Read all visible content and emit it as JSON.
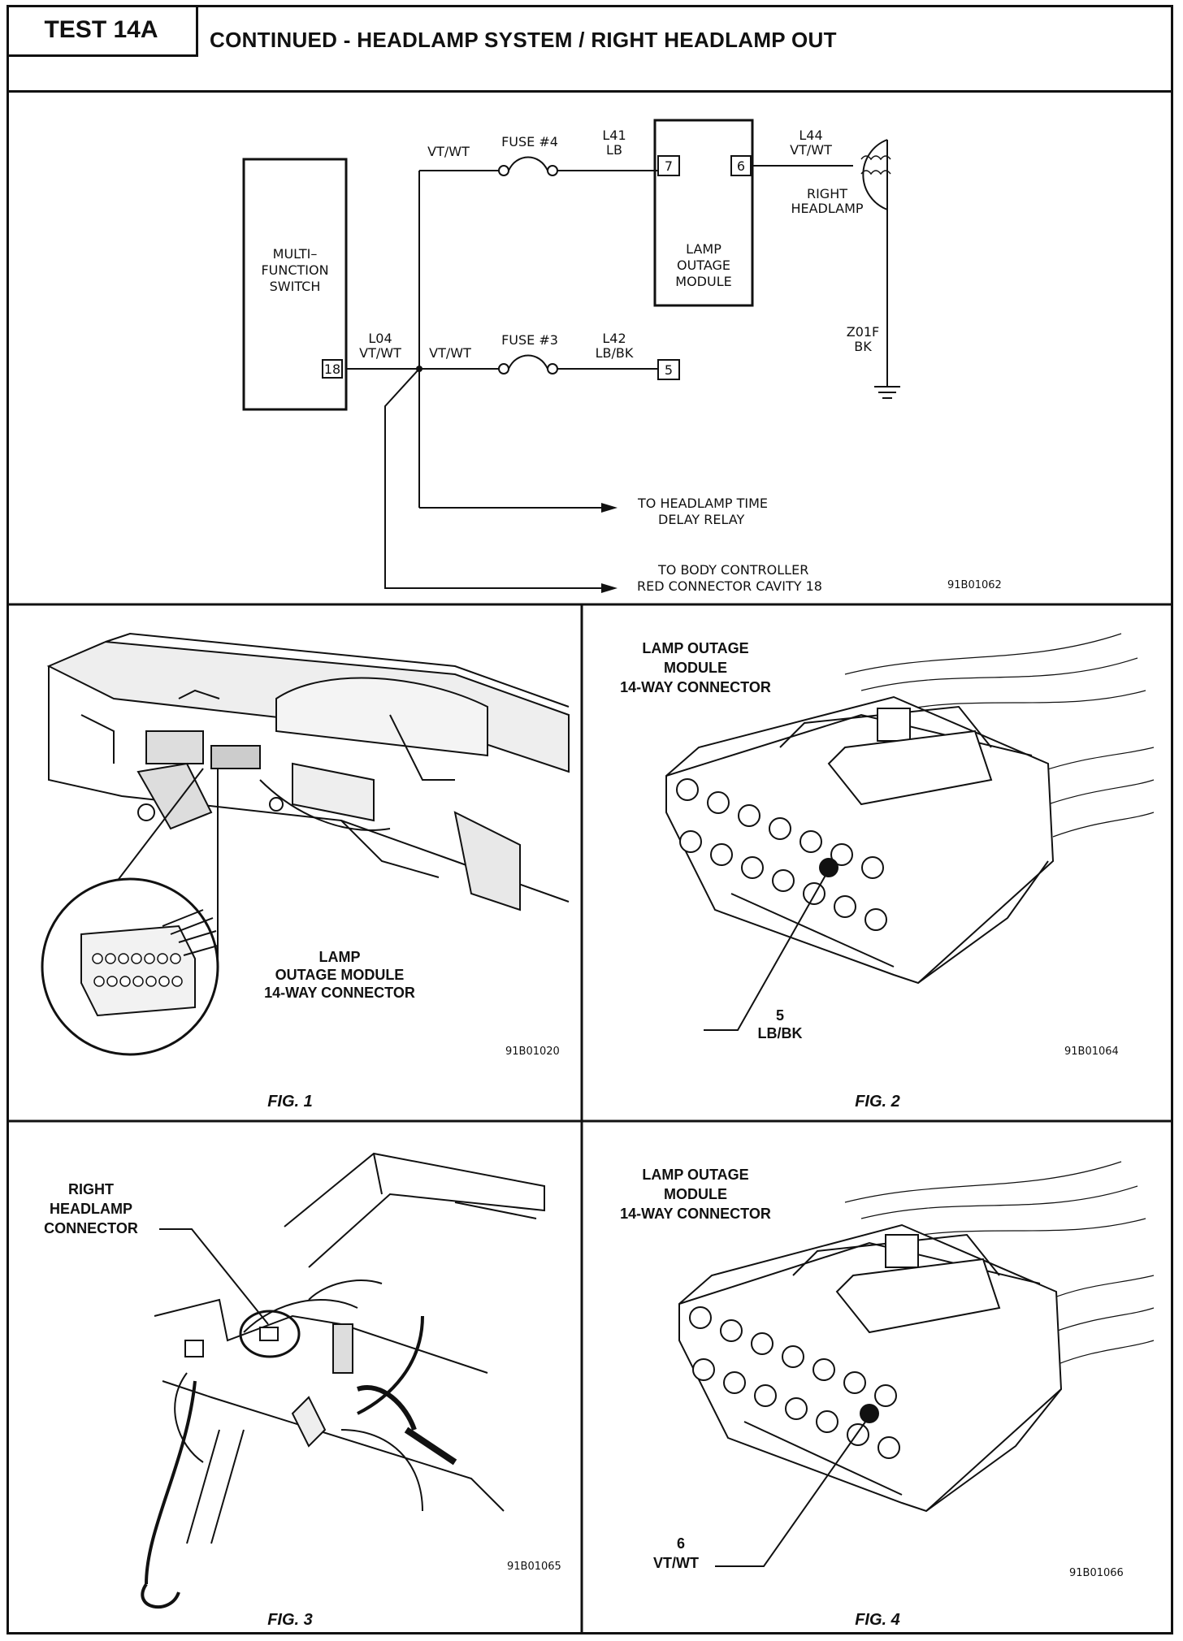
{
  "header": {
    "test_label": "TEST 14A",
    "title": "CONTINUED - HEADLAMP SYSTEM / RIGHT HEADLAMP OUT"
  },
  "schematic": {
    "switch_label": [
      "MULTI–",
      "FUNCTION",
      "SWITCH"
    ],
    "switch_pin": "18",
    "wire_l04": [
      "L04",
      "VT/WT"
    ],
    "wire_top_vtwt": "VT/WT",
    "wire_mid_vtwt": "VT/WT",
    "fuse4": "FUSE #4",
    "fuse3": "FUSE #3",
    "wire_l41": [
      "L41",
      "LB"
    ],
    "wire_l42": [
      "L42",
      "LB/BK"
    ],
    "module_label": [
      "LAMP",
      "OUTAGE",
      "MODULE"
    ],
    "module_pin_7": "7",
    "module_pin_5": "5",
    "module_pin_6": "6",
    "wire_l44": [
      "L44",
      "VT/WT"
    ],
    "headlamp_label": [
      "RIGHT",
      "HEADLAMP"
    ],
    "ground_wire": [
      "Z01F",
      "BK"
    ],
    "to_time_delay": [
      "TO HEADLAMP TIME",
      "DELAY RELAY"
    ],
    "to_body_controller": [
      "TO BODY CONTROLLER",
      "RED CONNECTOR CAVITY 18"
    ],
    "ref": "91B01062"
  },
  "fig1": {
    "callout": [
      "LAMP",
      "OUTAGE MODULE",
      "14-WAY CONNECTOR"
    ],
    "ref": "91B01020",
    "caption": "FIG. 1"
  },
  "fig2": {
    "title": [
      "LAMP OUTAGE",
      "MODULE",
      "14-WAY CONNECTOR"
    ],
    "pin": [
      "5",
      "LB/BK"
    ],
    "ref": "91B01064",
    "caption": "FIG. 2"
  },
  "fig3": {
    "callout": [
      "RIGHT",
      "HEADLAMP",
      "CONNECTOR"
    ],
    "ref": "91B01065",
    "caption": "FIG. 3"
  },
  "fig4": {
    "title": [
      "LAMP OUTAGE",
      "MODULE",
      "14-WAY CONNECTOR"
    ],
    "pin": [
      "6",
      "VT/WT"
    ],
    "ref": "91B01066",
    "caption": "FIG. 4"
  },
  "colors": {
    "ink": "#111111",
    "paper": "#ffffff"
  }
}
